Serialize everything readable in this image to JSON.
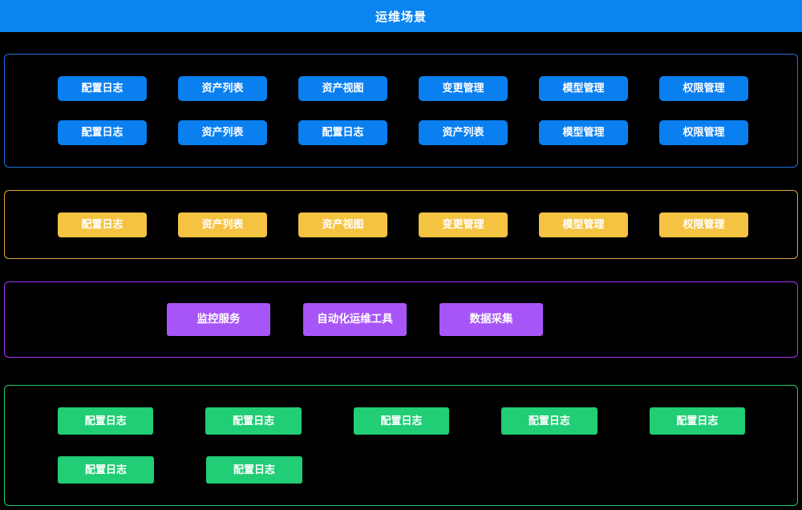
{
  "header": {
    "title": "运维场景",
    "bg_color": "#0a84f0",
    "text_color": "#ffffff"
  },
  "sections": [
    {
      "id": "blue",
      "name": "blue-section",
      "border_color": "#1f6fe0",
      "chip_color": "#0a7ff0",
      "rows": [
        [
          "配置日志",
          "资产列表",
          "资产视图",
          "变更管理",
          "模型管理",
          "权限管理"
        ],
        [
          "配置日志",
          "资产列表",
          "配置日志",
          "资产列表",
          "模型管理",
          "权限管理"
        ]
      ]
    },
    {
      "id": "orange",
      "name": "orange-section",
      "border_color": "#e0a93c",
      "chip_color": "#f5c342",
      "rows": [
        [
          "配置日志",
          "资产列表",
          "资产视图",
          "变更管理",
          "模型管理",
          "权限管理"
        ]
      ]
    },
    {
      "id": "purple",
      "name": "purple-section",
      "border_color": "#a633f0",
      "chip_color": "#a855f7",
      "rows": [
        [
          "监控服务",
          "自动化运维工具",
          "数据采集"
        ]
      ]
    },
    {
      "id": "green",
      "name": "green-section",
      "border_color": "#23cc70",
      "chip_color": "#21cd75",
      "rows": [
        [
          "配置日志",
          "配置日志",
          "配置日志",
          "配置日志",
          "配置日志"
        ],
        [
          "配置日志",
          "配置日志"
        ]
      ]
    }
  ]
}
